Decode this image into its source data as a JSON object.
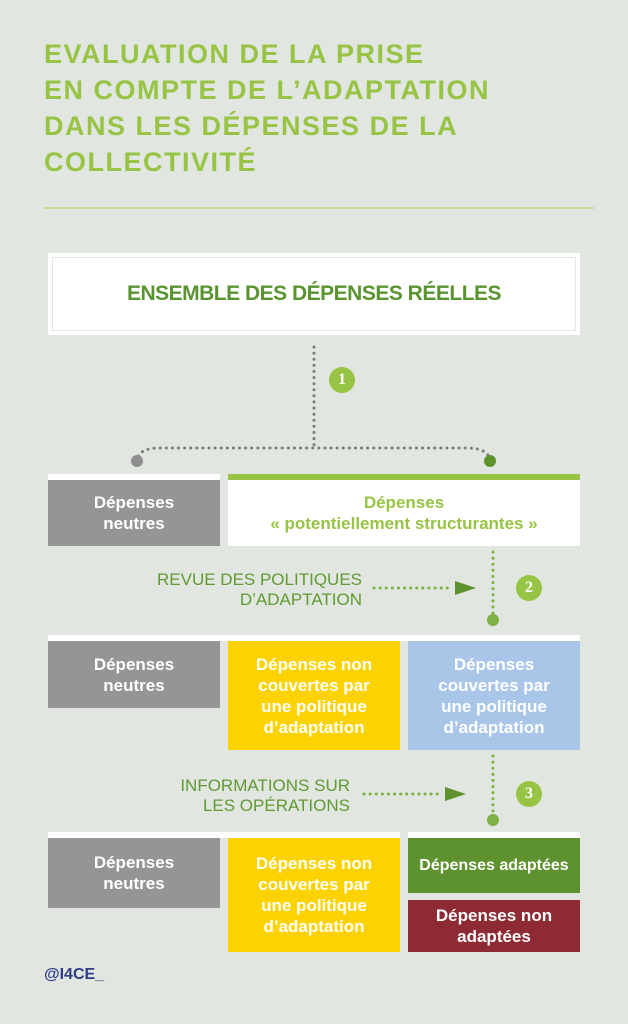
{
  "title": {
    "lines": [
      "EVALUATION DE LA PRISE",
      "EN COMPTE DE L’ADAPTATION",
      "DANS LES DÉPENSES DE LA",
      "COLLECTIVITÉ"
    ]
  },
  "top_box": "ENSEMBLE DES DÉPENSES RÉELLES",
  "steps": [
    {
      "number": "1"
    },
    {
      "number": "2",
      "label": [
        "REVUE DES POLITIQUES",
        "D’ADAPTATION"
      ]
    },
    {
      "number": "3",
      "label": [
        "INFORMATIONS SUR",
        "LES OPÉRATIONS"
      ]
    }
  ],
  "row1": {
    "neutral": [
      "Dépenses",
      "neutres"
    ],
    "structuring": [
      "Dépenses",
      "« potentiellement structurantes »"
    ]
  },
  "row2": {
    "neutral": [
      "Dépenses",
      "neutres"
    ],
    "not_covered": [
      "Dépenses non",
      "couvertes par",
      "une politique",
      "d’adaptation"
    ],
    "covered": [
      "Dépenses",
      "couvertes par",
      "une politique",
      "d’adaptation"
    ]
  },
  "row3": {
    "neutral": [
      "Dépenses",
      "neutres"
    ],
    "not_covered": [
      "Dépenses non",
      "couvertes par",
      "une politique",
      "d’adaptation"
    ],
    "adapted": "Dépenses adaptées",
    "not_adapted": [
      "Dépenses non",
      "adaptées"
    ]
  },
  "footer": {
    "handle": "@I4CE_"
  },
  "colors": {
    "light_green": "#97c444",
    "dark_green": "#5e922e",
    "gray": "#959595",
    "yellow": "#fcd300",
    "blue": "#a9c6e8",
    "red": "#8e2a34"
  }
}
